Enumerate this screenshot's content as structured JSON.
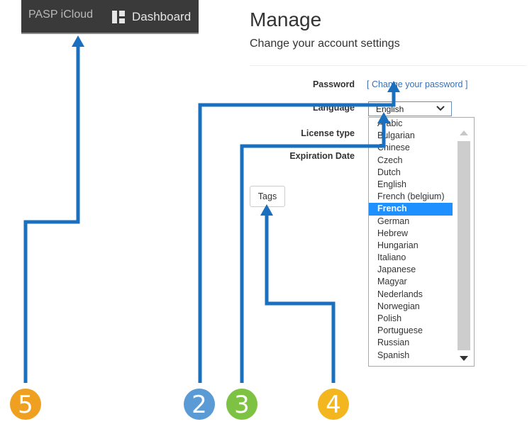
{
  "navbar": {
    "brand": "PASP iCloud",
    "dashboard_label": "Dashboard",
    "icon": "dashboard-icon"
  },
  "header": {
    "title": "Manage",
    "subtitle": "Change your account settings"
  },
  "form": {
    "password_label": "Password",
    "password_link": "[ Change your password ]",
    "language_label": "Language",
    "language_value": "English",
    "license_label": "License type",
    "expiration_label": "Expiration Date",
    "tags_button": "Tags"
  },
  "language_options": [
    "Arabic",
    "Bulgarian",
    "Chinese",
    "Czech",
    "Dutch",
    "English",
    "French (belgium)",
    "French",
    "German",
    "Hebrew",
    "Hungarian",
    "Italiano",
    "Japanese",
    "Magyar",
    "Nederlands",
    "Norwegian",
    "Polish",
    "Portuguese",
    "Russian",
    "Spanish"
  ],
  "selected_language": "French",
  "annotations": {
    "badge_2": "2",
    "badge_3": "3",
    "badge_4": "4",
    "badge_5": "5",
    "colors": {
      "line": "#1a6fbf",
      "badge_2": "#5b9bd5",
      "badge_3": "#7dc242",
      "badge_4": "#f3b61f",
      "badge_5": "#f0a020"
    }
  }
}
